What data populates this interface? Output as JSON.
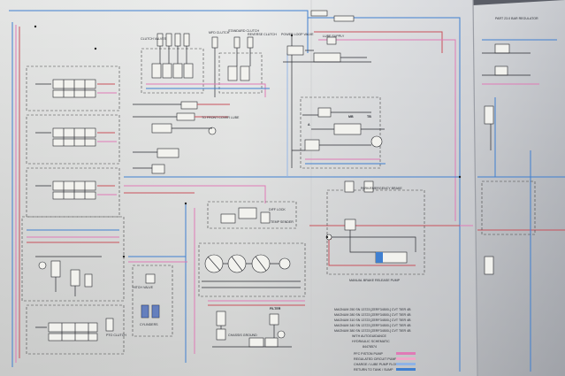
{
  "diagram": {
    "title_block": {
      "models": [
        "MAGNUM 250 SN 13723 [ZERF34500-] CVT TIER 4B",
        "MAGNUM 280 SN 13723 [ZERF34500-] CVT TIER 4B",
        "MAGNUM 310 SN 13723 [ZERF34500-] CVT TIER 4B",
        "MAGNUM 340 SN 13723 [ZERF34500-] CVT TIER 4B",
        "MAGNUM 380 SN 13723 [ZERF34500-] CVT TIER 4B"
      ],
      "subtitle_1": "WITH AUTOGUIDANCE",
      "subtitle_2": "HYDRAULIC SCHEMATIC",
      "part_no": "84478574"
    },
    "legend": [
      {
        "label": "PFC PISTON PUMP",
        "color": "#e07ab6"
      },
      {
        "label": "REGULATED CIRCUIT PUMP",
        "color": "#f0a6c9"
      },
      {
        "label": "CHARGE / LUBE PUMP FLOW",
        "color": "#8fb3e6"
      },
      {
        "label": "RETURN TO TANK / SUMP",
        "color": "#3f7fd0"
      }
    ],
    "labels": {
      "clutch_valves": "CLUTCH VALVES",
      "mfd": "MFD CLUTCH",
      "standard_clutch": "STANDARD CLUTCH",
      "reverse_clutch": "REVERSE CLUTCH",
      "power_loop": "POWER LOOP VALVE",
      "lube_supply": "LUBE SUPPLY",
      "front_cover": "TO FRONT COVER LUBE",
      "hitch_valve": "HITCH VALVE",
      "park_brake": "PARK/EMERGENCY BRAKE",
      "manual_brake": "MANUAL BRAKE RELEASE PUMP",
      "filter": "FILTER",
      "chassis_ground": "CHASSIS GROUND",
      "diff_lock": "DIFF LOCK",
      "temp_sender": "TEMP SENDER",
      "pto_clutch": "PTO CLUTCH",
      "cylinders": "CYLINDERS",
      "reg": "PART 23.0 BAR REGULATOR",
      "mb": "MB",
      "tb": "TB",
      "a": "A"
    }
  }
}
